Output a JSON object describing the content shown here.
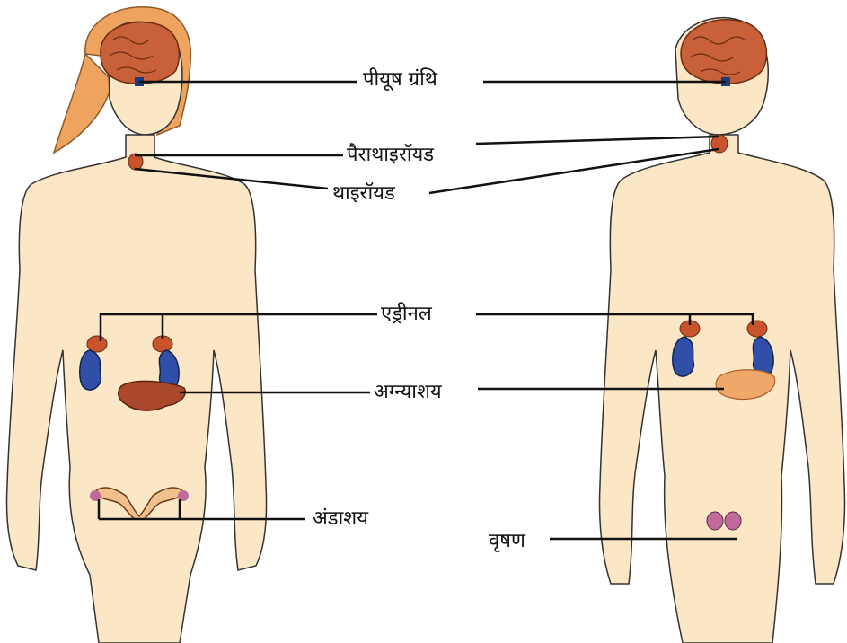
{
  "labels": {
    "pituitary": "पीयूष ग्रंथि",
    "parathyroid": "पैराथाइरॉयड",
    "thyroid": "थाइरॉयड",
    "adrenal": "एड्रीनल",
    "pancreas": "अग्न्याशय",
    "ovary": "अंडाशय",
    "testis": "वृषण"
  },
  "colors": {
    "skin": "#fbe6c6",
    "skin_edge": "#f3c98b",
    "hair": "#eea45e",
    "brain": "#c8603a",
    "kidney": "#2f4fa8",
    "adrenal": "#c9542c",
    "pancreas": "#a9482a",
    "male_pancreas": "#f0a86a",
    "testis": "#c06a9a",
    "uterus": "#f2c08c",
    "line": "#111111"
  }
}
